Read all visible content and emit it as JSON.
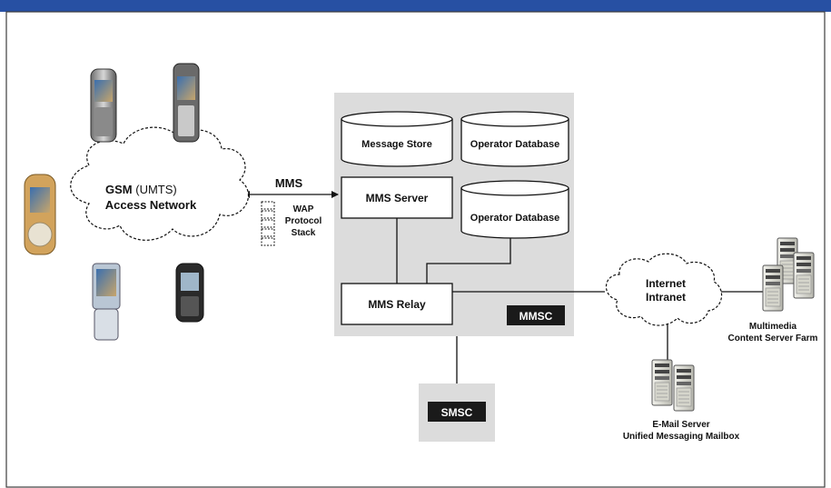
{
  "colors": {
    "top_bar": "#2750a3",
    "mmsc_panel": "#dcdcdc",
    "dark_label": "#1a1a1a"
  },
  "nodes": {
    "access_network": {
      "line1_prefix": "GSM ",
      "line1_paren": "(UMTS)",
      "line2": "Access Network"
    },
    "message_store": "Message Store",
    "operator_db_1": "Operator Database",
    "operator_db_2": "Operator Database",
    "mms_server": "MMS Server",
    "mms_relay": "MMS Relay",
    "mmsc": "MMSC",
    "smsc": "SMSC",
    "internet": {
      "line1": "Internet",
      "line2": "Intranet"
    },
    "content_farm": {
      "line1": "Multimedia",
      "line2": "Content Server Farm"
    },
    "email_server": {
      "line1": "E-Mail Server",
      "line2": "Unified Messaging Mailbox"
    }
  },
  "links": {
    "mms": "MMS",
    "wap_stack": {
      "line1": "WAP",
      "line2": "Protocol",
      "line3": "Stack"
    }
  },
  "icons": [
    "mobile-phone-icon",
    "server-icon",
    "cloud-icon",
    "database-icon",
    "protocol-stack-icon"
  ]
}
